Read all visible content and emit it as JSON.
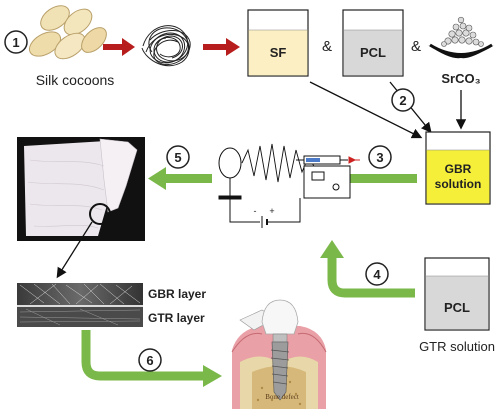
{
  "steps": [
    "1",
    "2",
    "3",
    "4",
    "5",
    "6"
  ],
  "labels": {
    "silk_cocoons": "Silk cocoons",
    "sf": "SF",
    "pcl": "PCL",
    "srco3": "SrCO₃",
    "amp1": "&",
    "amp2": "&",
    "gbr_solution_line1": "GBR",
    "gbr_solution_line2": "solution",
    "pcl_lower": "PCL",
    "gtr_solution": "GTR solution",
    "gbr_layer": "GBR layer",
    "gtr_layer": "GTR layer",
    "bone_defect": "Bone defect"
  },
  "colors": {
    "red_arrow": "#b81d1d",
    "green_arrow": "#7bb84a",
    "sf_fill": "#fbefc3",
    "gbr_fill": "#f5ef3a",
    "pcl_fill": "#d8d8d8",
    "membrane": "#ece7ec"
  }
}
